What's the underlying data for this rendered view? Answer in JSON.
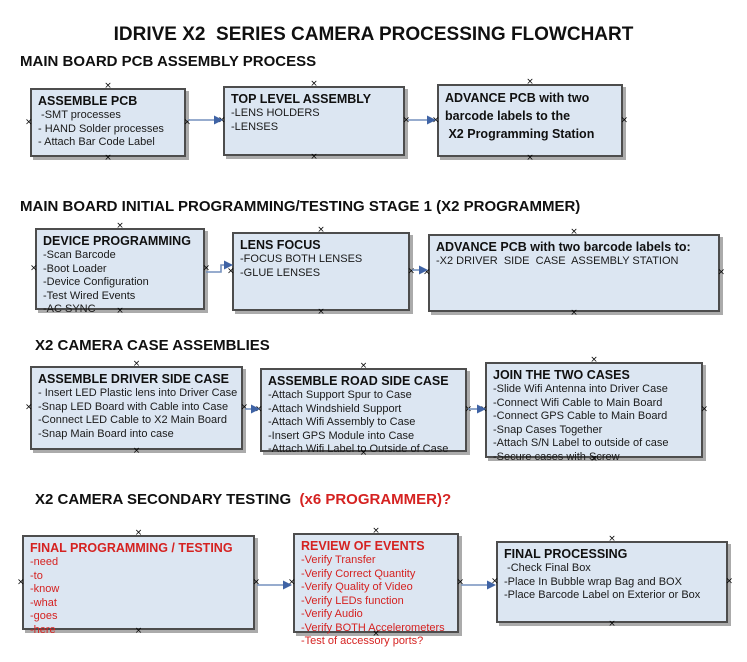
{
  "title": "IDRIVE X2  SERIES CAMERA PROCESSING FLOWCHART",
  "colors": {
    "red": "#d52221",
    "box-fill": "#dce6f2",
    "box-border": "#4d4d4d",
    "arrow-line": "#7591bd",
    "arrow-head": "#3f63a5"
  },
  "anchor_mark_glyph": "×",
  "sections": [
    {
      "heading": "MAIN BOARD PCB ASSEMBLY PROCESS",
      "heading_suffix": "",
      "boxes": [
        {
          "title": "ASSEMBLE PCB",
          "items": [
            " -SMT processes",
            "- HAND Solder processes",
            "- Attach Bar Code Label"
          ]
        },
        {
          "title": "TOP LEVEL ASSEMBLY",
          "items": [
            "-LENS HOLDERS",
            "-LENSES"
          ]
        },
        {
          "title": "ADVANCE PCB with two",
          "items": [
            "barcode labels to the",
            " X2 Programming Station"
          ]
        }
      ]
    },
    {
      "heading": "MAIN BOARD INITIAL PROGRAMMING/TESTING STAGE 1 (X2 PROGRAMMER)",
      "heading_suffix": "",
      "boxes": [
        {
          "title": "DEVICE PROGRAMMING",
          "items": [
            "-Scan Barcode",
            "-Boot Loader",
            "-Device Configuration",
            "-Test Wired Events",
            "-AC SYNC"
          ]
        },
        {
          "title": "LENS FOCUS",
          "items": [
            "-FOCUS BOTH LENSES",
            "-GLUE LENSES"
          ]
        },
        {
          "title": "ADVANCE PCB with two barcode labels to:",
          "items": [
            "-X2 DRIVER  SIDE  CASE  ASSEMBLY STATION"
          ]
        }
      ]
    },
    {
      "heading": "X2 CAMERA CASE ASSEMBLIES",
      "heading_suffix": "",
      "boxes": [
        {
          "title": "ASSEMBLE DRIVER SIDE CASE",
          "items": [
            "- Insert LED Plastic lens into Driver Case",
            "-Snap LED Board with Cable into Case",
            "-Connect LED Cable to X2 Main Board",
            "-Snap Main Board into case"
          ]
        },
        {
          "title": "ASSEMBLE ROAD SIDE CASE",
          "items": [
            "-Attach Support Spur to Case",
            "-Attach Windshield Support",
            "-Attach Wifi Assembly to Case",
            "-Insert GPS Module into Case",
            "-Attach Wifi Label to Outside of Case"
          ]
        },
        {
          "title": "JOIN THE TWO CASES",
          "items": [
            "-Slide Wifi Antenna into Driver Case",
            "-Connect Wifi Cable to Main Board",
            "-Connect GPS Cable to Main Board",
            "-Snap Cases Together",
            "-Attach S/N Label to outside of case",
            "-Secure cases with Screw"
          ]
        }
      ]
    },
    {
      "heading": "X2 CAMERA SECONDARY TESTING ",
      "heading_suffix": " (x6 PROGRAMMER)?",
      "boxes": [
        {
          "title": "FINAL PROGRAMMING / TESTING",
          "items": [
            "-need",
            "-to",
            "-know",
            "-what",
            "-goes",
            "-here"
          ]
        },
        {
          "title": "REVIEW OF EVENTS",
          "items": [
            "-Verify Transfer",
            "-Verify Correct Quantity",
            "-Verify Quality of Video",
            "-Verify LEDs function",
            "-Verify Audio",
            "-Verify BOTH Accelerometers",
            "-Test of accessory ports?"
          ]
        },
        {
          "title": "FINAL PROCESSING",
          "items": [
            " -Check Final Box",
            "-Place In Bubble wrap Bag and BOX",
            "-Place Barcode Label on Exterior or Box"
          ]
        }
      ]
    }
  ]
}
